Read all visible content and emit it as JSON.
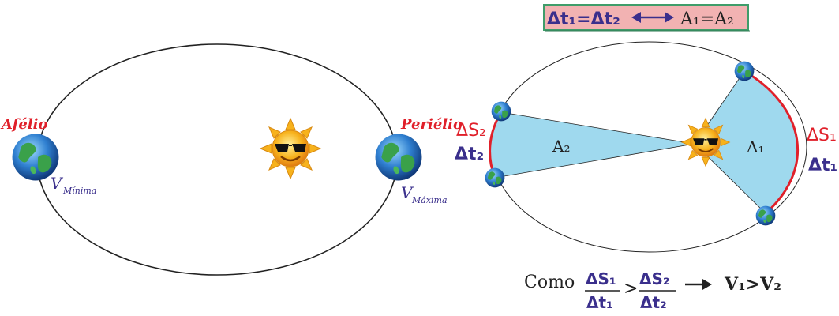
{
  "left_panel": {
    "aphelion_label": "Afélio",
    "perihelion_label": "Periélio",
    "v_min_symbol": "V",
    "v_min_sub": "Mínima",
    "v_max_symbol": "V",
    "v_max_sub": "Máxima"
  },
  "right_panel": {
    "header_box": {
      "lhs": "Δt₁=Δt₂",
      "rhs": "A₁=A₂"
    },
    "delta_s2": "ΔS₂",
    "delta_t2": "Δt₂",
    "delta_s1": "ΔS₁",
    "delta_t1": "Δt₁",
    "area_2": "A₂",
    "area_1": "A₁"
  },
  "formula": {
    "como": "Como",
    "num_left": "ΔS₁",
    "den_left": "Δt₁",
    "gt": ">",
    "num_right": "ΔS₂",
    "den_right": "Δt₂",
    "result": "V₁>V₂"
  },
  "colors": {
    "orbit": "#222222",
    "sector_fill": "#9fd9ee",
    "arc_red": "#e0202a",
    "box_bg": "#f2b2b2",
    "box_border": "#3f9d6a",
    "arrow_blue": "#3a2f8c",
    "sun": "#f7b21c",
    "earth_ocean": "#2f7fd0",
    "earth_land": "#3aa14a"
  }
}
